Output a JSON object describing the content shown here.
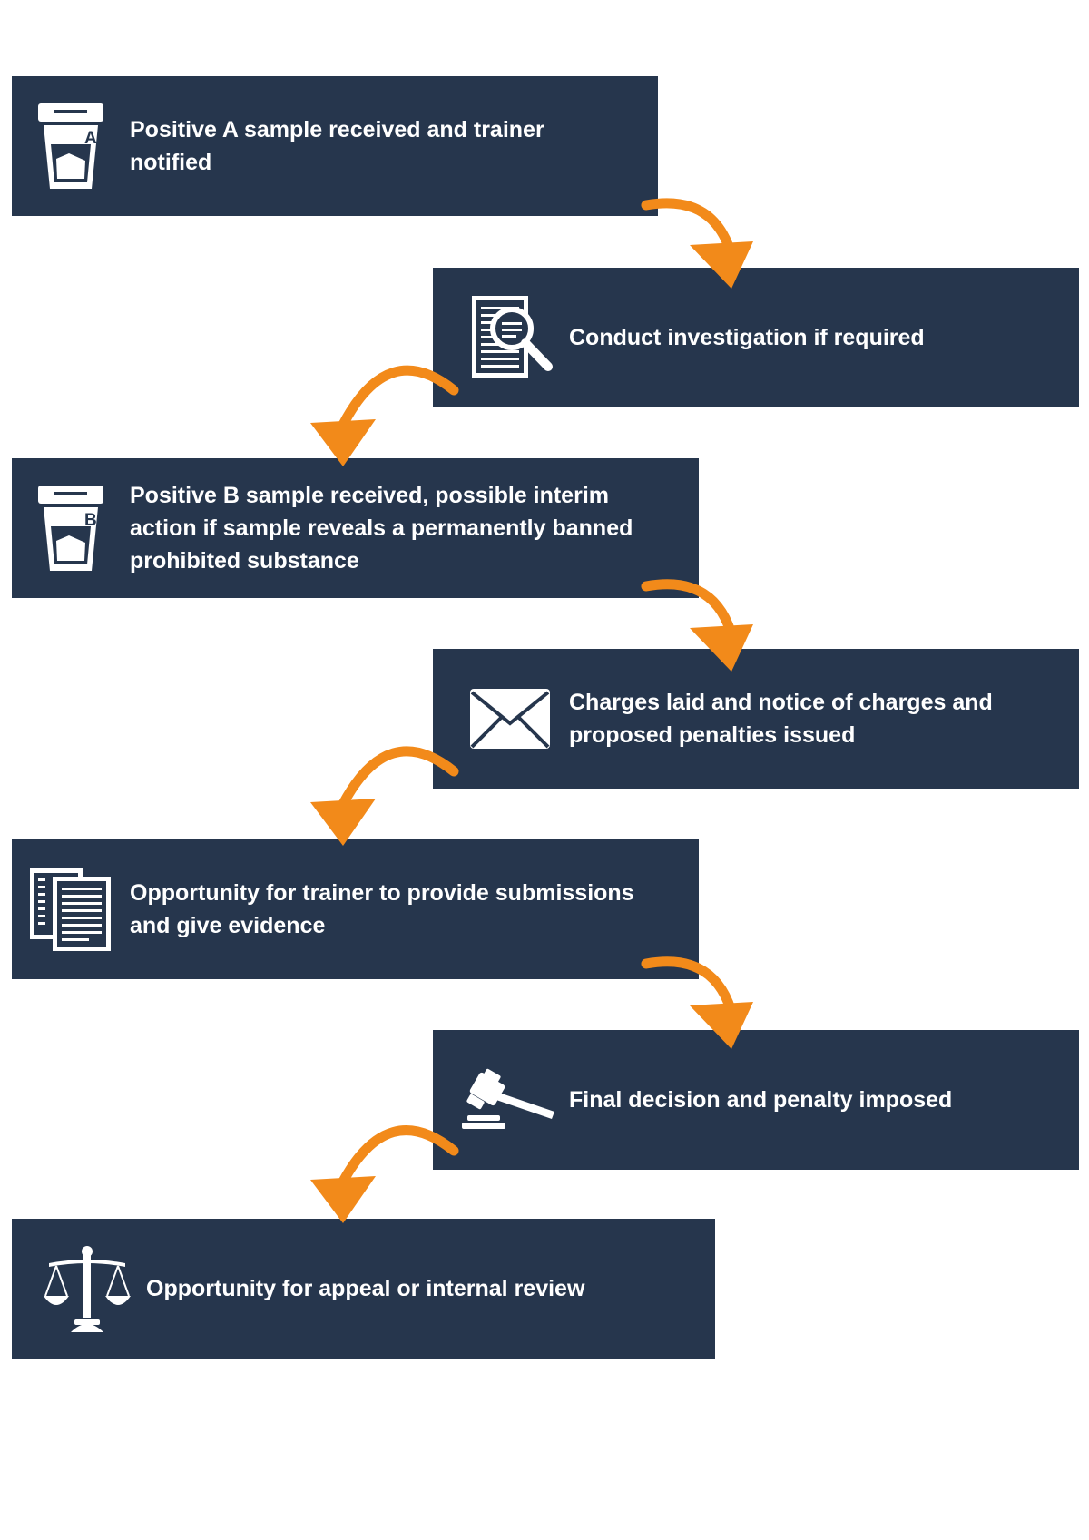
{
  "colors": {
    "box": "#26364d",
    "arrow": "#f28a1a",
    "text": "#ffffff",
    "background": "#ffffff"
  },
  "steps": [
    {
      "icon": "sample-cup-a-icon",
      "badge": "A",
      "text": "Positive A sample received and trainer notified"
    },
    {
      "icon": "document-magnifier-icon",
      "text": "Conduct investigation if required"
    },
    {
      "icon": "sample-cup-b-icon",
      "badge": "B",
      "text": "Positive B sample received, possible interim action if sample reveals a permanently banned prohibited substance"
    },
    {
      "icon": "envelope-icon",
      "text": "Charges laid and notice of charges and proposed penalties issued"
    },
    {
      "icon": "documents-icon",
      "text": "Opportunity for trainer to provide submissions and give evidence"
    },
    {
      "icon": "gavel-icon",
      "text": "Final decision and penalty imposed"
    },
    {
      "icon": "scales-of-justice-icon",
      "text": "Opportunity for appeal or internal review"
    }
  ]
}
